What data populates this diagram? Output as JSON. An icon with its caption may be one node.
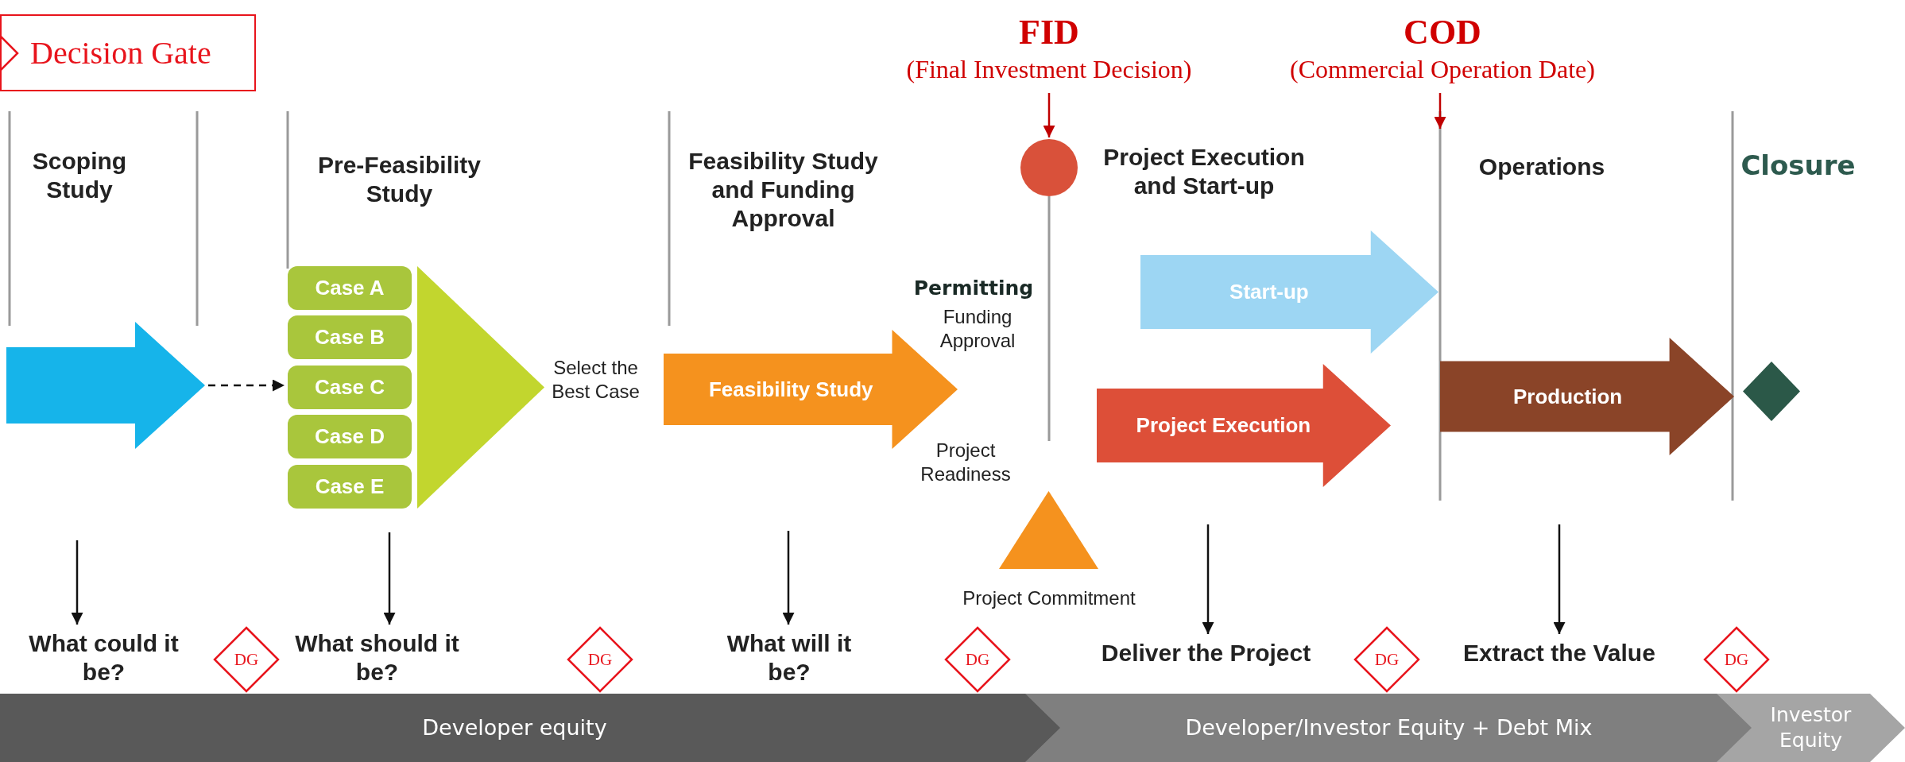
{
  "diagram": {
    "nodes": [
      {
        "text": [
          "FID",
          "(Final Investment Decision)"
        ]
      },
      {
        "text": [
          "COD",
          "(Commercial Operation Date)"
        ]
      },
      {
        "text": [],
        "shape": "circle"
      },
      {
        "text": [],
        "shape": "arrow"
      },
      {
        "text": [
          "Case A"
        ]
      },
      {
        "text": [
          "Case B"
        ]
      },
      {
        "text": [
          "Case C"
        ]
      },
      {
        "text": [
          "Case D"
        ]
      },
      {
        "text": [
          "Case E"
        ]
      },
      {
        "text": [],
        "shape": "triangle"
      },
      {
        "text": [
          "Feasibility Study"
        ]
      },
      {
        "text": [
          "Start-up"
        ]
      },
      {
        "text": [
          "Project Execution"
        ]
      },
      {
        "text": [
          "Production"
        ]
      },
      {
        "text": [],
        "shape": "triangle"
      },
      {
        "text": [],
        "shape": "diamond"
      },
      {
        "text": [
          "What could it be?"
        ]
      },
      {
        "text": [
          "What should it be?"
        ]
      },
      {
        "text": [
          "What will it be?"
        ]
      },
      {
        "text": [
          "Deliver the Project"
        ]
      },
      {
        "text": [
          "Extract the Value"
        ]
      },
      {
        "text": [
          "DG"
        ]
      },
      {
        "text": [
          "DG"
        ]
      },
      {
        "text": [
          "DG"
        ]
      },
      {
        "text": [
          "DG"
        ]
      },
      {
        "text": [
          "DG"
        ]
      },
      {
        "text": [
          "Developer equity"
        ]
      },
      {
        "text": [
          "Developer/Investor Equity + Debt Mix"
        ]
      },
      {
        "text": [
          "Investor Equity"
        ]
      }
    ],
    "edges": [
      {
        "from": 0,
        "to": 2,
        "arrow": "to",
        "color": "#c00000"
      },
      {
        "from": 1,
        "to": null,
        "arrow": "to",
        "color": "#c00000"
      },
      {
        "from": 3,
        "to": 6,
        "arrow": "to",
        "style": "dashed"
      },
      {
        "from": null,
        "to": 16,
        "arrow": "to"
      },
      {
        "from": null,
        "to": 17,
        "arrow": "to"
      },
      {
        "from": null,
        "to": 18,
        "arrow": "to"
      },
      {
        "from": null,
        "to": 19,
        "arrow": "to"
      },
      {
        "from": null,
        "to": 20,
        "arrow": "to"
      }
    ],
    "labels": [
      "Scoping Study",
      "Pre-Feasibility Study",
      "Feasibility Study and Funding Approval",
      "Project Execution and Start-up",
      "Operations",
      "Closure",
      "Select the Best Case",
      "Permitting",
      "Funding Approval",
      "Project Readiness",
      "Project Commitment"
    ],
    "legend": [
      {
        "text": "Decision Gate"
      }
    ]
  }
}
